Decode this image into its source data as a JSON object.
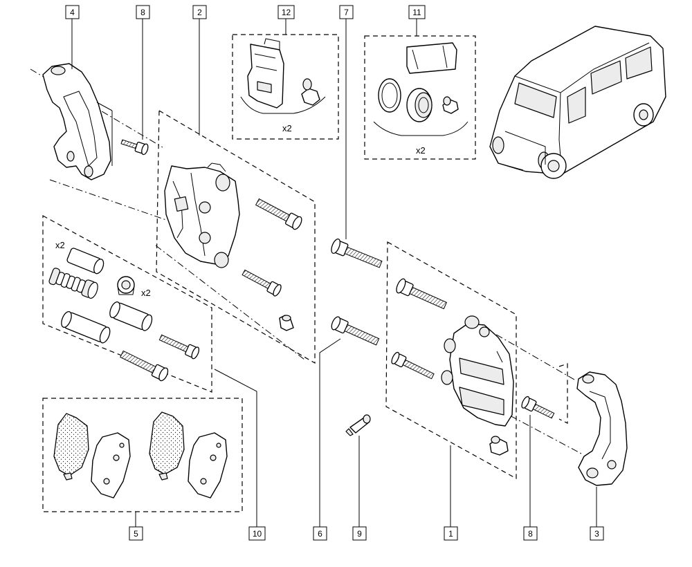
{
  "callouts": [
    {
      "id": "callout-1",
      "text": "1"
    },
    {
      "id": "callout-2",
      "text": "2"
    },
    {
      "id": "callout-3",
      "text": "3"
    },
    {
      "id": "callout-4",
      "text": "4"
    },
    {
      "id": "callout-5",
      "text": "5"
    },
    {
      "id": "callout-6",
      "text": "6"
    },
    {
      "id": "callout-7",
      "text": "7"
    },
    {
      "id": "callout-8-top",
      "text": "8"
    },
    {
      "id": "callout-8-bottom",
      "text": "8"
    },
    {
      "id": "callout-9",
      "text": "9"
    },
    {
      "id": "callout-10",
      "text": "10"
    },
    {
      "id": "callout-11",
      "text": "11"
    },
    {
      "id": "callout-12",
      "text": "12"
    }
  ],
  "quantities": {
    "kit12": "x2",
    "kit11": "x2",
    "kit10_sleeves": "x2",
    "kit10_caps": "x2"
  }
}
